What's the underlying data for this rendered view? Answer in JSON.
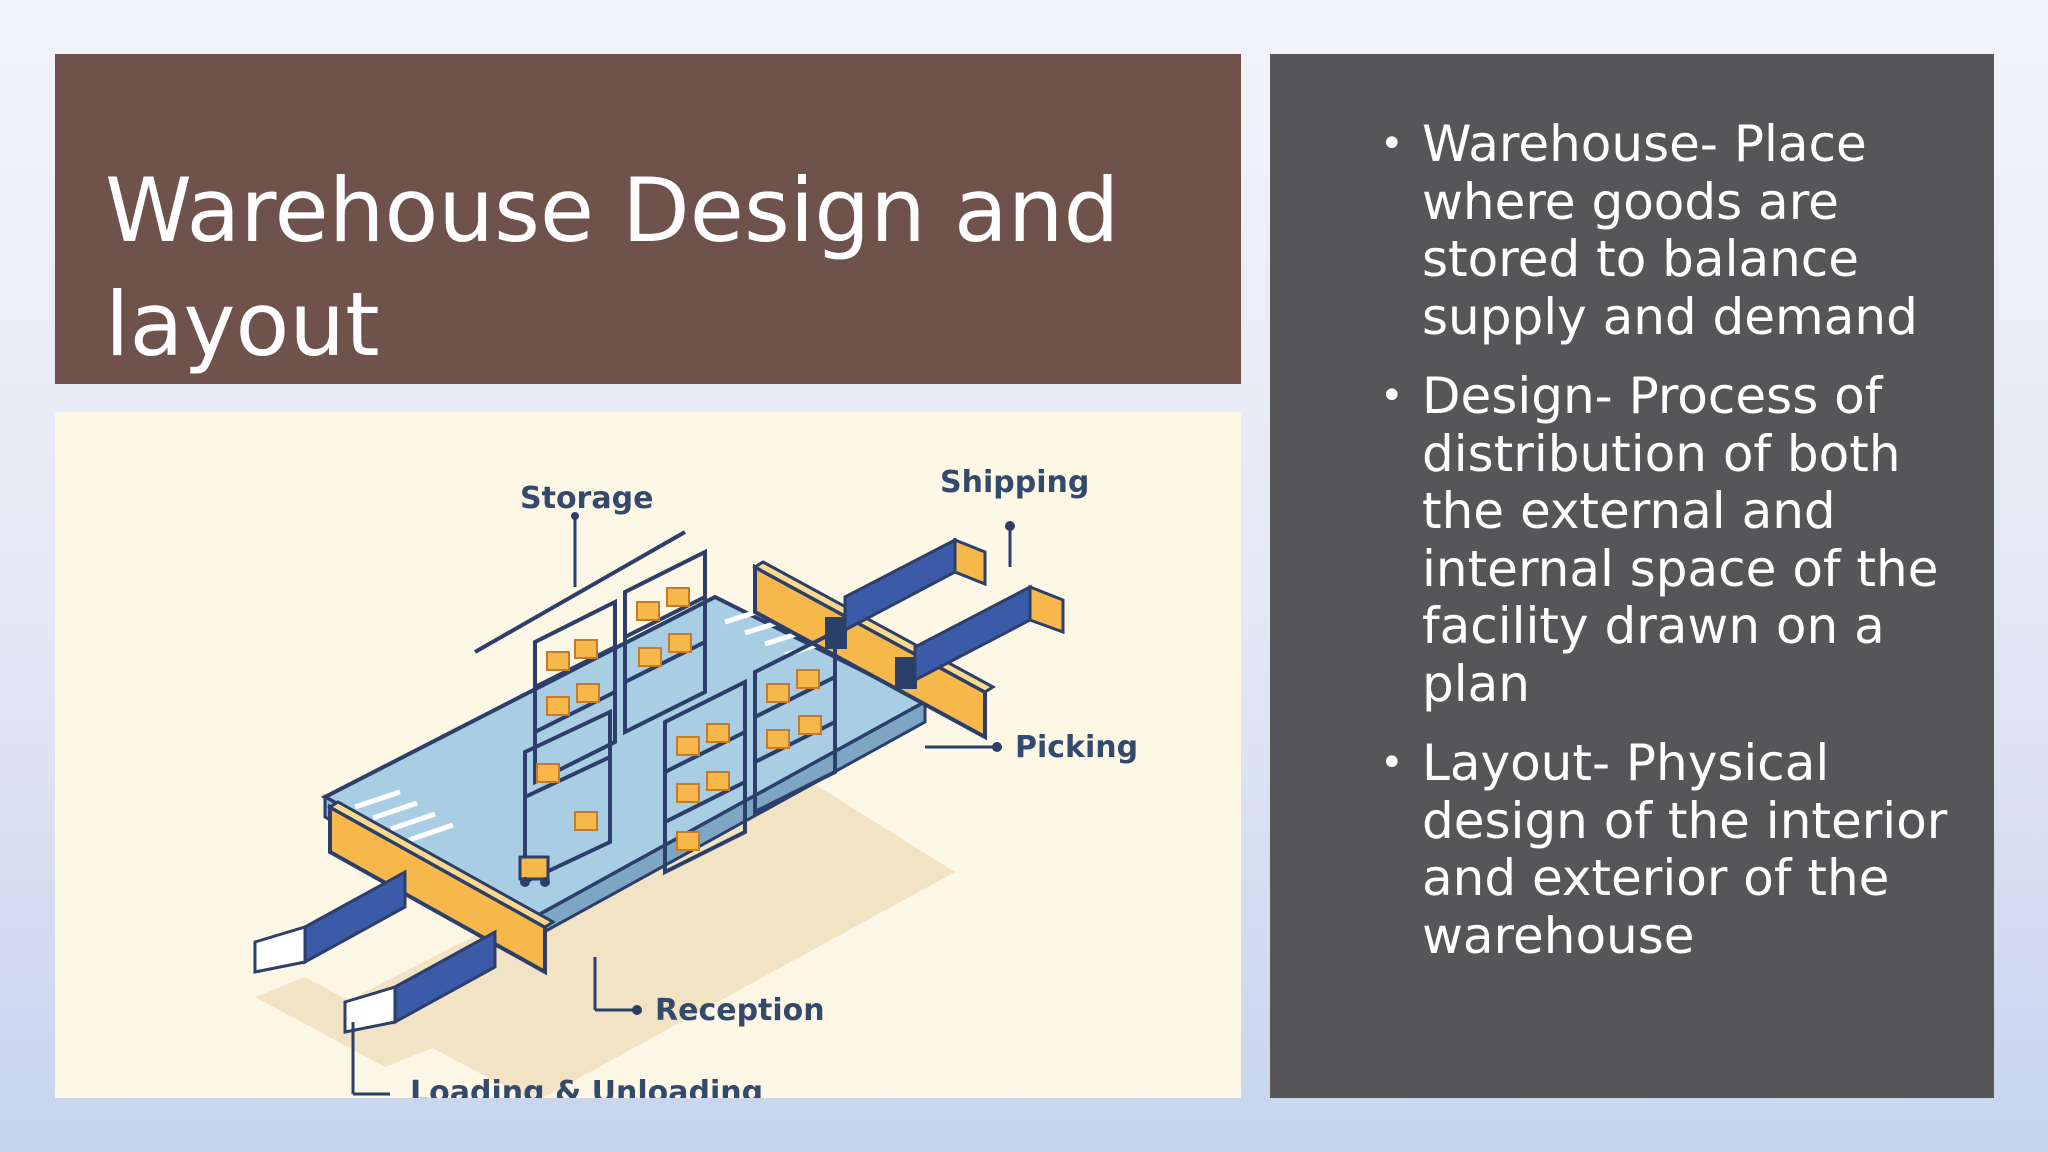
{
  "slide": {
    "title": "Warehouse Design and layout",
    "bullets": [
      "Warehouse- Place where goods are stored to balance supply and demand",
      "Design- Process of distribution of both the external and internal space of the facility drawn on a plan",
      "Layout- Physical design of the interior and exterior of the warehouse"
    ]
  },
  "illustration": {
    "labels": {
      "storage": "Storage",
      "shipping": "Shipping",
      "picking": "Picking",
      "reception": "Reception",
      "loading": "Loading & Unloading"
    }
  },
  "colors": {
    "title_bg": "#6f524b",
    "panel_bg": "#565658",
    "illustration_bg": "#fdf7e6",
    "accent_orange": "#f7b84b",
    "accent_blue": "#3b5ba9",
    "floor_blue": "#a9cde3"
  }
}
